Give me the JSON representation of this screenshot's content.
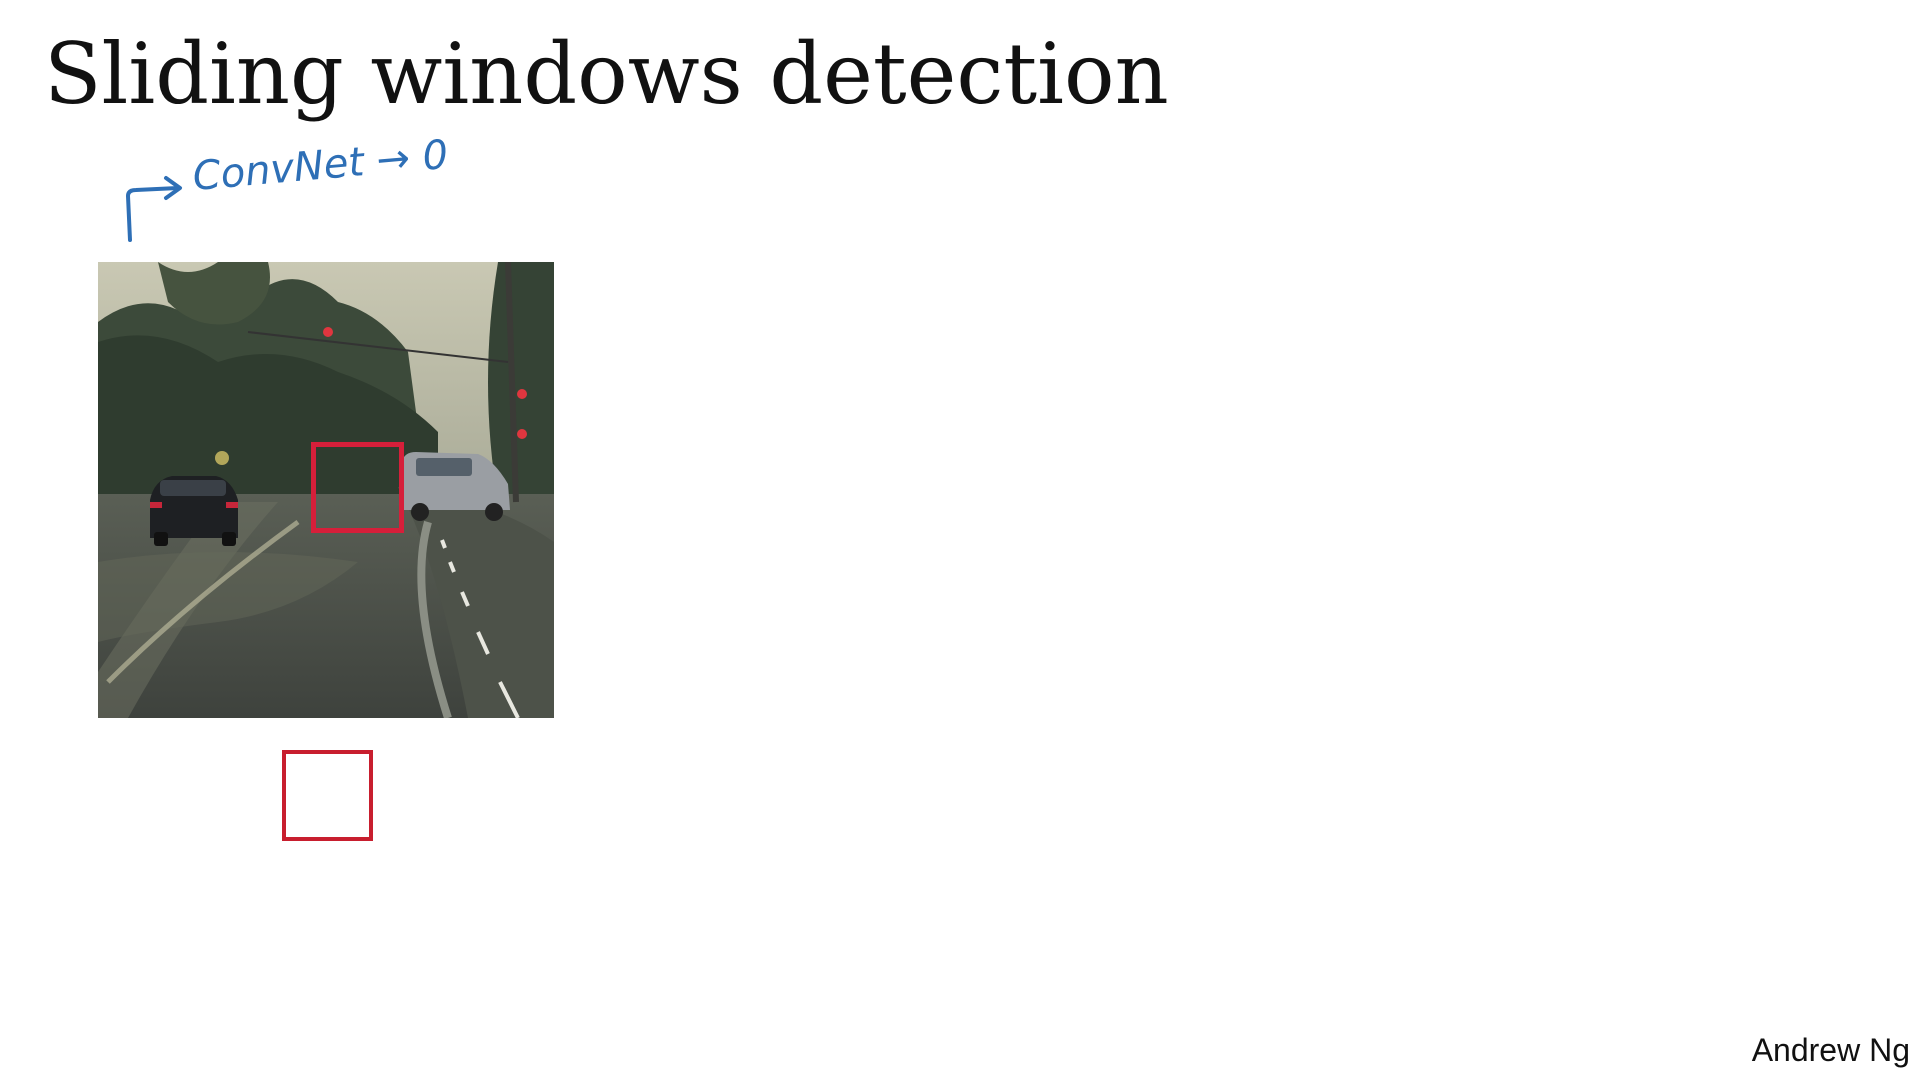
{
  "slide": {
    "title": "Sliding windows detection",
    "annotation": "ConvNet → 0",
    "author": "Andrew Ng"
  },
  "colors": {
    "window_border": "#d61f3a",
    "crop_border": "#c81e2e",
    "annotation_ink": "#2e6fb6"
  },
  "icons": [
    "arrow-icon"
  ]
}
